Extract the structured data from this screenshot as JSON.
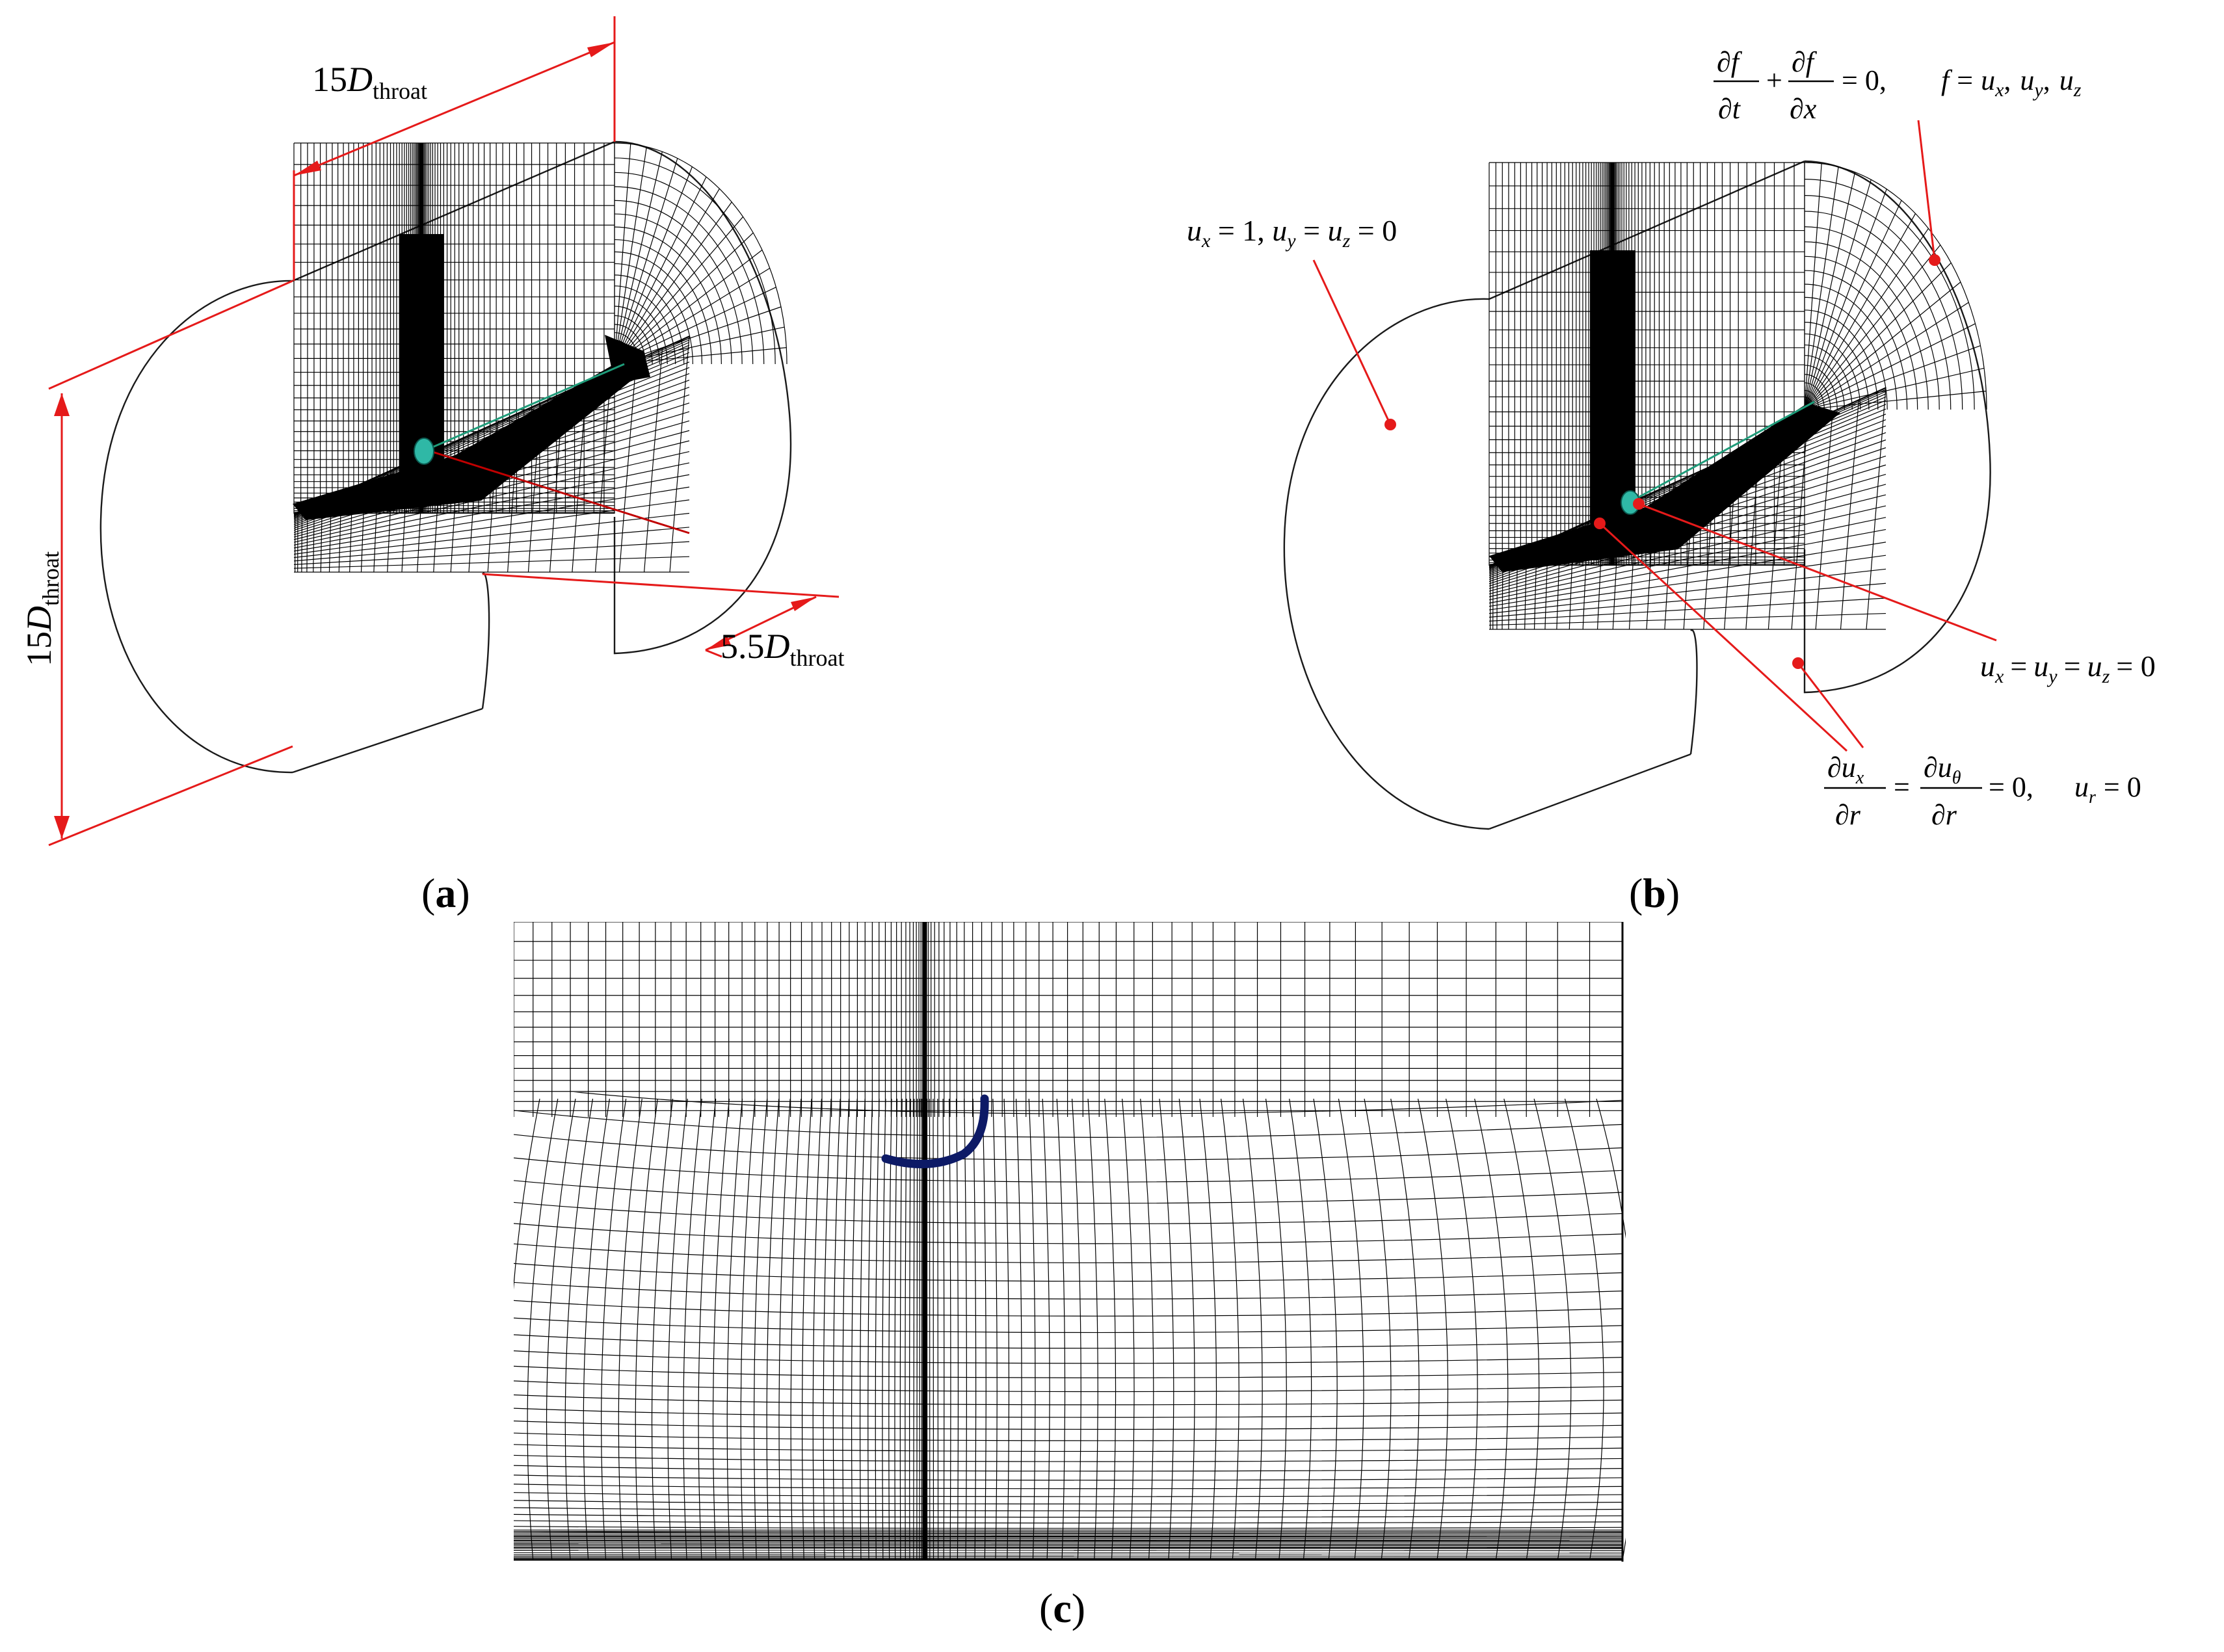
{
  "colors": {
    "mesh": "#000000",
    "dimension": "#e51a1a",
    "axis_line": "#1f9c7a",
    "nozzle_3d": "#2fb8a6",
    "nozzle_2d": "#0d1a66"
  },
  "panel_a": {
    "label_open": "(",
    "label_letter": "a",
    "label_close": ")",
    "dim_top": {
      "number": "15",
      "symbol": "D",
      "subscript": "throat"
    },
    "dim_left": {
      "number": "15",
      "symbol": "D",
      "subscript": "throat"
    },
    "dim_right": {
      "number": "5.5",
      "symbol": "D",
      "subscript": "throat"
    }
  },
  "panel_b": {
    "label_open": "(",
    "label_letter": "b",
    "label_close": ")",
    "bc_inlet": {
      "u": "u",
      "x": "x",
      "eq1": " = 1,  ",
      "y": "y",
      "eq2": " = ",
      "z": "z",
      "eq3": " = 0"
    },
    "bc_outlet": {
      "df": "∂f",
      "dt": "∂t",
      "plus": "+",
      "dx": "∂x",
      "eq": "= 0,",
      "f": "f",
      "equals": "=",
      "ux": "u",
      "ux_sub": "x",
      "comma1": ",",
      "uy": "u",
      "uy_sub": "y",
      "comma2": ",",
      "uz": "u",
      "uz_sub": "z"
    },
    "bc_wall": {
      "u": "u",
      "x": "x",
      "y": "y",
      "z": "z",
      "eq": "=",
      "zero": "= 0"
    },
    "bc_axis": {
      "num1": "∂u",
      "num1_sub": "x",
      "den1": "∂r",
      "eq1": "=",
      "num2": "∂u",
      "num2_sub": "θ",
      "den2": "∂r",
      "eq2": "= 0,",
      "ur": "u",
      "ur_sub": "r",
      "eq3": "= 0"
    }
  },
  "panel_c": {
    "label_open": "(",
    "label_letter": "c",
    "label_close": ")"
  }
}
